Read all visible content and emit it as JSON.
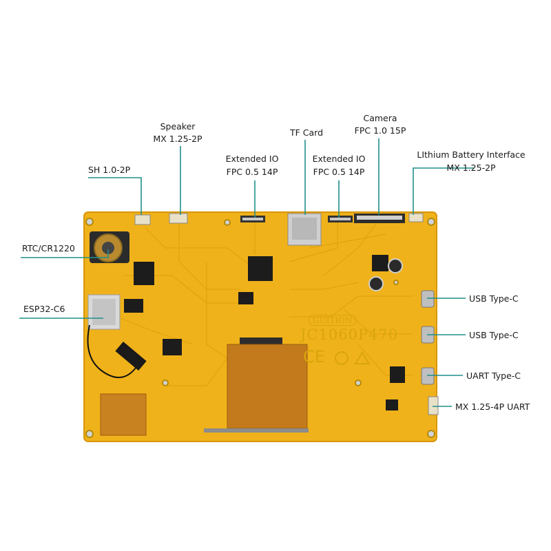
{
  "labels": {
    "sh_connector": "SH 1.0-2P",
    "speaker_title": "Speaker",
    "speaker_spec": "MX 1.25-2P",
    "ext_io_1_title": "Extended IO",
    "ext_io_1_spec": "FPC 0.5 14P",
    "tf_card": "TF Card",
    "ext_io_2_title": "Extended IO",
    "ext_io_2_spec": "FPC 0.5 14P",
    "camera_title": "Camera",
    "camera_spec": "FPC 1.0 15P",
    "battery_title": "LIthium Battery Interface",
    "battery_spec": "MX 1.25-2P",
    "rtc": "RTC/CR1220",
    "esp32": "ESP32-C6",
    "usb_1": "USB Type-C",
    "usb_2": "USB Type-C",
    "uart_typec": "UART Type-C",
    "mx_uart": "MX 1.25-4P UART"
  },
  "board_markings": {
    "brand": "GUITION",
    "model": "JC1060P470",
    "cert": "CE"
  },
  "colors": {
    "pcb": "#f0b21a",
    "pcb_edge": "#d8960a",
    "leader_line": "#1f8f8c"
  }
}
